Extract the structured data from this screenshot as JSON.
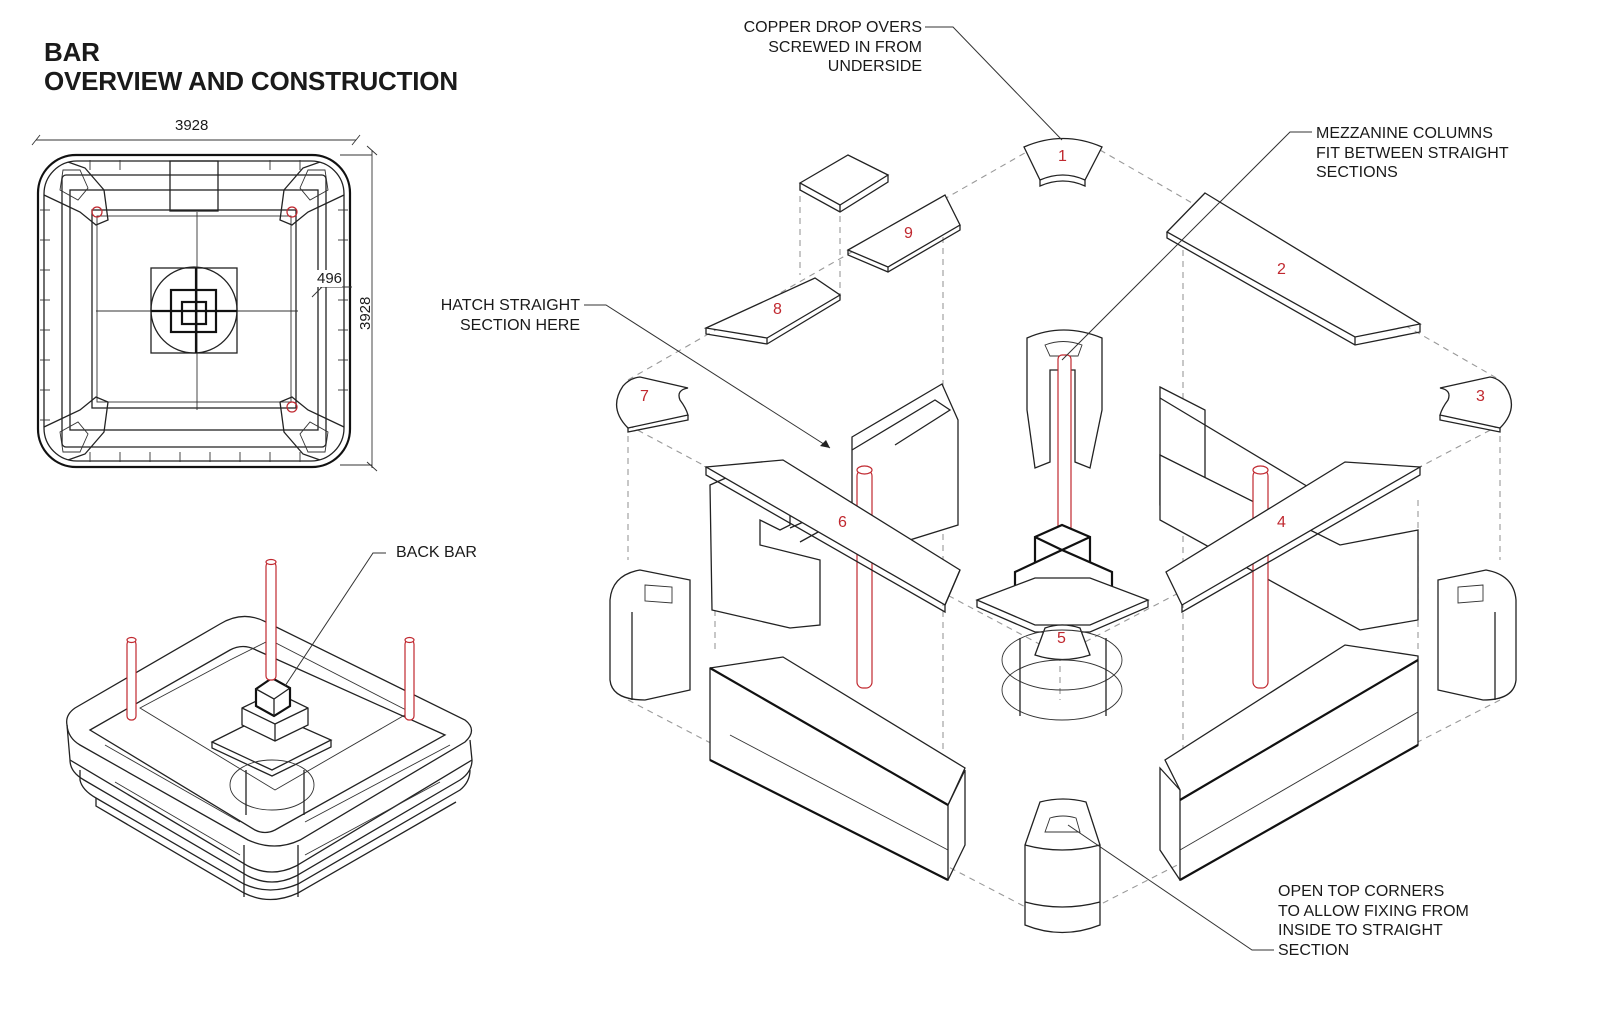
{
  "title": {
    "line1": "BAR",
    "line2": "OVERVIEW AND CONSTRUCTION"
  },
  "plan_view": {
    "width_dim": "3928",
    "depth_dim": "3928",
    "section_dim": "496"
  },
  "callouts": {
    "copper_drop": [
      "COPPER DROP OVERS",
      "SCREWED IN FROM",
      "UNDERSIDE"
    ],
    "mezzanine": [
      "MEZZANINE COLUMNS",
      "FIT BETWEEN STRAIGHT",
      "SECTIONS"
    ],
    "hatch": [
      "HATCH STRAIGHT",
      "SECTION HERE"
    ],
    "back_bar": "BACK BAR",
    "open_top": [
      "OPEN TOP CORNERS",
      "TO ALLOW FIXING FROM",
      "INSIDE TO STRAIGHT",
      "SECTION"
    ]
  },
  "part_numbers": [
    "1",
    "2",
    "3",
    "4",
    "5",
    "6",
    "7",
    "8",
    "9"
  ],
  "colors": {
    "line": "#222222",
    "column_red": "#c0282f",
    "construction_dash": "#999999",
    "background": "#ffffff"
  }
}
